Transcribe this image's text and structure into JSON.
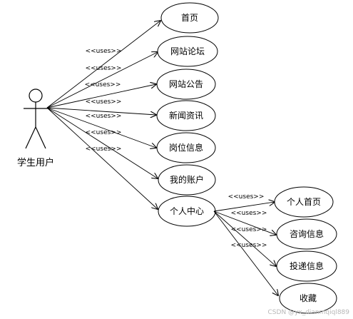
{
  "actor": {
    "label": "学生用户",
    "icon": "stick-figure-icon"
  },
  "stereotype": "<<uses>>",
  "use_cases": [
    {
      "id": "home",
      "label": "首页"
    },
    {
      "id": "forum",
      "label": "网站论坛"
    },
    {
      "id": "notice",
      "label": "网站公告"
    },
    {
      "id": "news",
      "label": "新闻资讯"
    },
    {
      "id": "jobs",
      "label": "岗位信息"
    },
    {
      "id": "account",
      "label": "我的账户"
    },
    {
      "id": "center",
      "label": "个人中心"
    }
  ],
  "sub_use_cases": [
    {
      "id": "profile",
      "label": "个人首页"
    },
    {
      "id": "consult",
      "label": "咨询信息"
    },
    {
      "id": "delivery",
      "label": "投递信息"
    },
    {
      "id": "favorites",
      "label": "收藏"
    }
  ],
  "watermark": "CSDN @yx_dianmqiql889"
}
